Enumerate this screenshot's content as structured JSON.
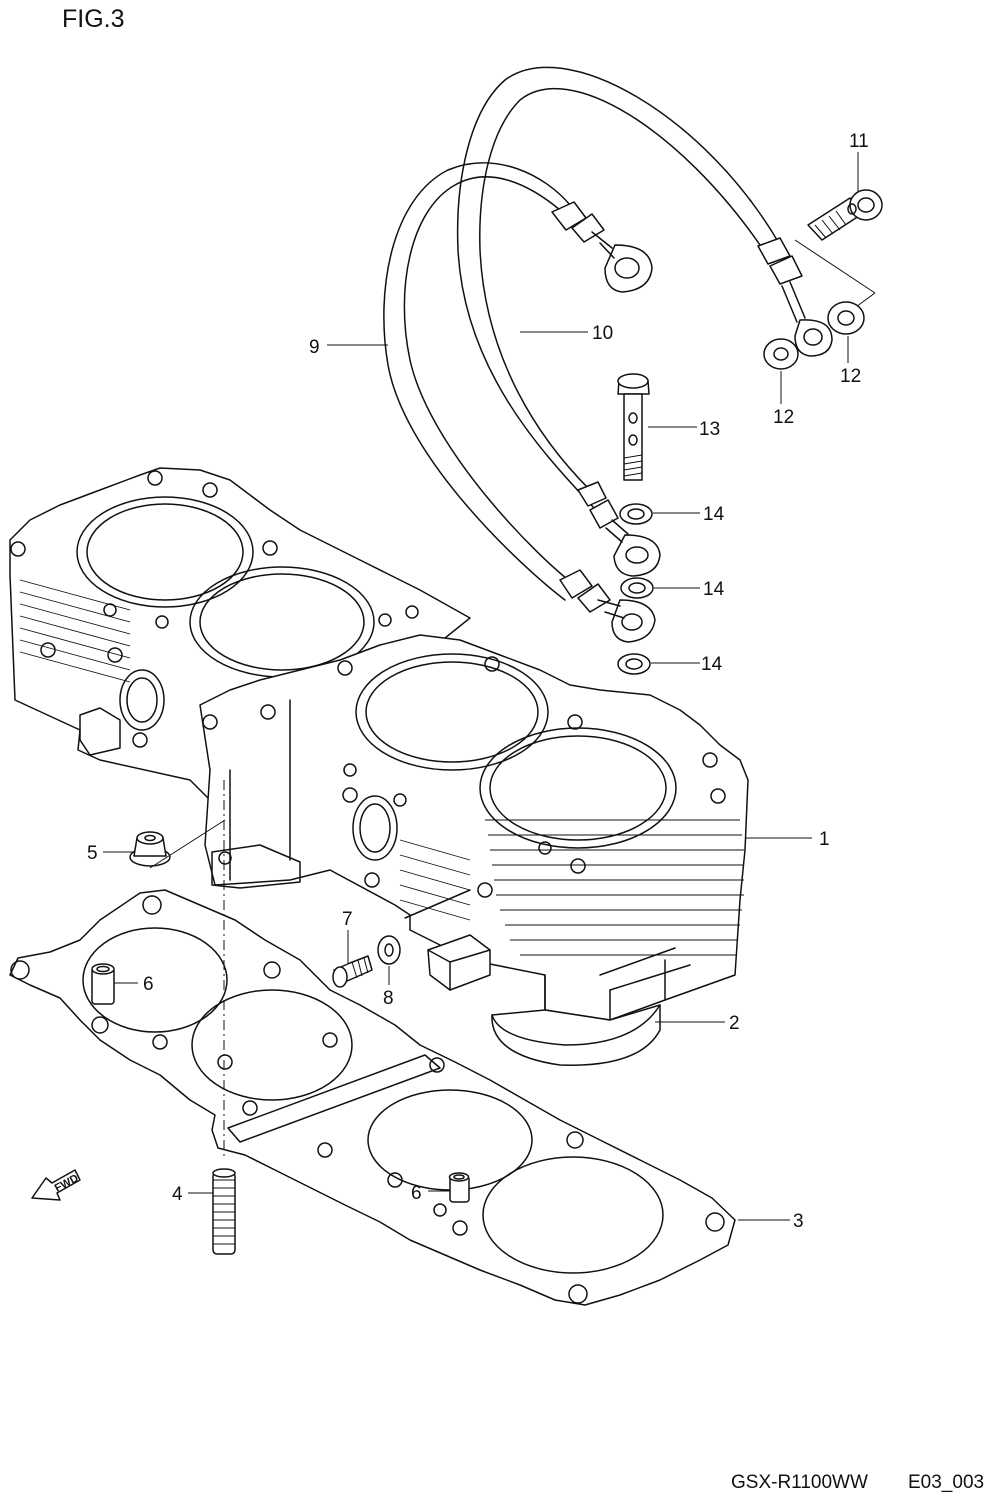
{
  "figure": {
    "title": "FIG.3"
  },
  "footer": {
    "model_code": "GSX-R1100WW",
    "sheet_code": "E03_003"
  },
  "fwd_arrow": {
    "label": "FWD"
  },
  "callouts": [
    {
      "ref": "1"
    },
    {
      "ref": "2"
    },
    {
      "ref": "3"
    },
    {
      "ref": "4"
    },
    {
      "ref": "5"
    },
    {
      "ref": "6"
    },
    {
      "ref": "6"
    },
    {
      "ref": "7"
    },
    {
      "ref": "8"
    },
    {
      "ref": "9"
    },
    {
      "ref": "10"
    },
    {
      "ref": "11"
    },
    {
      "ref": "12"
    },
    {
      "ref": "12"
    },
    {
      "ref": "13"
    },
    {
      "ref": "14"
    },
    {
      "ref": "14"
    },
    {
      "ref": "14"
    }
  ]
}
